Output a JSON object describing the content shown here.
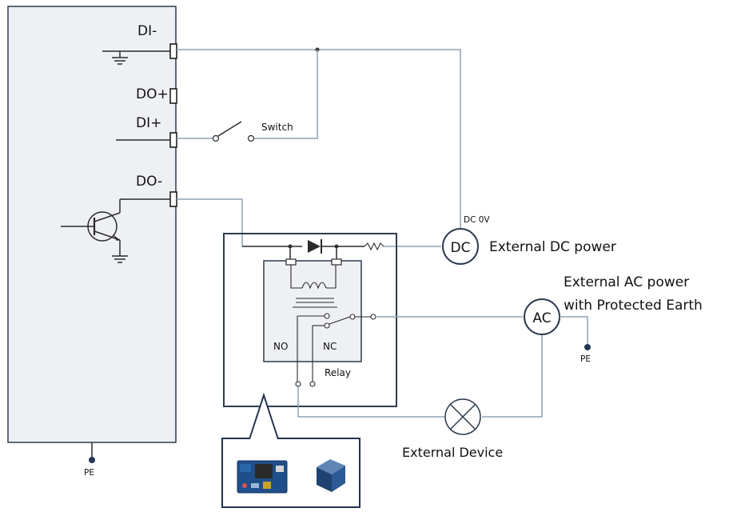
{
  "device": {
    "pins": {
      "di_minus": "DI-",
      "do_plus": "DO+",
      "di_plus": "DI+",
      "do_minus": "DO-"
    },
    "pe_label": "PE"
  },
  "switch_label": "Switch",
  "relay": {
    "no_label": "NO",
    "nc_label": "NC",
    "relay_label": "Relay"
  },
  "dc_source": {
    "symbol": "DC",
    "top_label": "DC 0V",
    "caption": "External DC power"
  },
  "ac_source": {
    "symbol": "AC",
    "caption_line1": "External AC power",
    "caption_line2": "with Protected Earth",
    "pe_label": "PE"
  },
  "external_device": {
    "caption": "External Device"
  },
  "colors": {
    "wire": "#8ea2b5",
    "device_fill": "#eef0f4",
    "box_stroke": "#23344f",
    "relay_fill": "#eef0f4"
  }
}
